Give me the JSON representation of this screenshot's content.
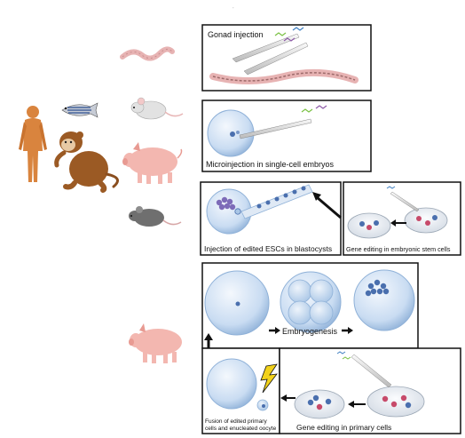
{
  "panels": {
    "gonad": {
      "label": "Gonad injection"
    },
    "microinjection": {
      "label": "Microinjection in single-cell embryos"
    },
    "esc_injection": {
      "label": "Injection of edited ESCs in blastocysts"
    },
    "esc_editing": {
      "label": "Gene editing in embryonic stem cells"
    },
    "embryogenesis": {
      "label": "Embryogenesis"
    },
    "primary_editing": {
      "label": "Gene editing in primary cells"
    },
    "fusion": {
      "line1": "Fusion of edited primary",
      "line2": "cells and enucleated oocyte"
    }
  },
  "organisms": [
    "human-figure",
    "zebrafish",
    "monkey",
    "worm",
    "mouse-white",
    "pig-upper",
    "mouse-gray",
    "pig-lower"
  ],
  "colors": {
    "frame": "#111111",
    "cell_fill": "#cfe0f4",
    "cell_edge": "#8fb1d8",
    "nucleus": "#4a6fae",
    "edited_cell": "#c74a6a",
    "esc_cluster": "#7d6bb8",
    "worm": "#e7b3b3",
    "pig": "#f3b7b0",
    "mouse_white": "#e2e2e2",
    "mouse_gray": "#6f6f6f",
    "monkey": "#9b5a24",
    "human": "#d9843e",
    "bolt": "#f2d21a",
    "guide_rna": [
      "#7ac143",
      "#8e5ba8",
      "#3f7fc1"
    ]
  }
}
